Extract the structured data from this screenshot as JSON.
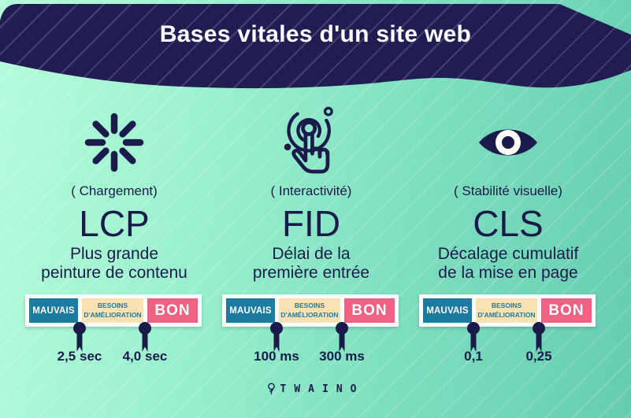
{
  "header": {
    "title": "Bases vitales d'un site web"
  },
  "metrics": [
    {
      "id": "lcp",
      "icon": "loading-spinner-icon",
      "category_label": "( Chargement)",
      "abbr": "LCP",
      "description_line1": "Plus grande",
      "description_line2": "peinture de contenu",
      "scale": {
        "bad_label": "MAUVAIS",
        "improve_label_line1": "BESOINS",
        "improve_label_line2": "D'AMÉLIORATION",
        "good_label": "BON"
      },
      "thresholds": [
        "2,5 sec",
        "4,0 sec"
      ]
    },
    {
      "id": "fid",
      "icon": "tap-interaction-icon",
      "category_label": "( Interactivité)",
      "abbr": "FID",
      "description_line1": "Délai de la",
      "description_line2": "première entrée",
      "scale": {
        "bad_label": "MAUVAIS",
        "improve_label_line1": "BESOINS",
        "improve_label_line2": "D'AMÉLIORATION",
        "good_label": "BON"
      },
      "thresholds": [
        "100 ms",
        "300 ms"
      ]
    },
    {
      "id": "cls",
      "icon": "eye-icon",
      "category_label": "( Stabilité visuelle)",
      "abbr": "CLS",
      "description_line1": "Décalage cumulatif",
      "description_line2": "de la mise en page",
      "scale": {
        "bad_label": "MAUVAIS",
        "improve_label_line1": "BESOINS",
        "improve_label_line2": "D'AMÉLIORATION",
        "good_label": "BON"
      },
      "thresholds": [
        "0,1",
        "0,25"
      ]
    }
  ],
  "footer": {
    "brand": "TWAINO"
  },
  "colors": {
    "navy": "#1b1b4b",
    "header_navy": "#211d53",
    "mint_light": "#b6fcda",
    "mint_dark": "#66ccb1",
    "bad_segment": "#1c7ba1",
    "improve_segment_bg": "#fbe2b3",
    "improve_segment_text": "#1d7a9f",
    "good_segment": "#ee6180",
    "frame": "#ffffff"
  }
}
